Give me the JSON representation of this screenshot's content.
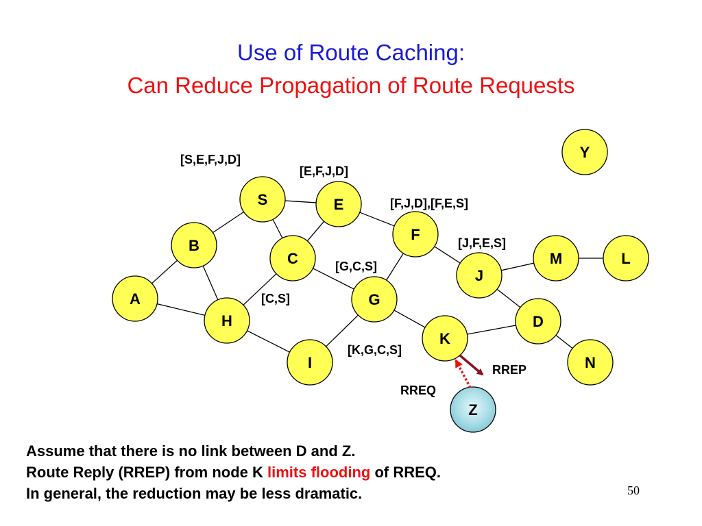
{
  "title": {
    "line1": "Use of Route Caching:",
    "line2": "Can Reduce Propagation of Route Requests"
  },
  "colors": {
    "title_line1": "#1a1ad4",
    "title_line2": "#ee1111",
    "node_fill": "#ffff55",
    "node_highlight_fill": "#a9dde6",
    "edge": "#000000",
    "rrep_arrow": "#8b1020",
    "rreq_arrow": "#ee1111",
    "highlight_text": "#ee1111"
  },
  "nodes": [
    {
      "id": "S",
      "label": "S"
    },
    {
      "id": "E",
      "label": "E"
    },
    {
      "id": "F",
      "label": "F"
    },
    {
      "id": "B",
      "label": "B"
    },
    {
      "id": "C",
      "label": "C"
    },
    {
      "id": "M",
      "label": "M"
    },
    {
      "id": "L",
      "label": "L"
    },
    {
      "id": "J",
      "label": "J"
    },
    {
      "id": "A",
      "label": "A"
    },
    {
      "id": "G",
      "label": "G"
    },
    {
      "id": "H",
      "label": "H"
    },
    {
      "id": "D",
      "label": "D"
    },
    {
      "id": "K",
      "label": "K"
    },
    {
      "id": "I",
      "label": "I"
    },
    {
      "id": "N",
      "label": "N"
    },
    {
      "id": "Y",
      "label": "Y"
    },
    {
      "id": "Z",
      "label": "Z",
      "highlight": true
    }
  ],
  "edges": [
    [
      "S",
      "E"
    ],
    [
      "S",
      "B"
    ],
    [
      "S",
      "C"
    ],
    [
      "E",
      "C"
    ],
    [
      "E",
      "F"
    ],
    [
      "F",
      "J"
    ],
    [
      "F",
      "G"
    ],
    [
      "B",
      "A"
    ],
    [
      "B",
      "H"
    ],
    [
      "A",
      "H"
    ],
    [
      "C",
      "H"
    ],
    [
      "C",
      "G"
    ],
    [
      "H",
      "I"
    ],
    [
      "G",
      "I"
    ],
    [
      "G",
      "K"
    ],
    [
      "J",
      "M"
    ],
    [
      "M",
      "L"
    ],
    [
      "J",
      "D"
    ],
    [
      "K",
      "D"
    ],
    [
      "D",
      "N"
    ]
  ],
  "route_labels": [
    {
      "id": "s",
      "text": "[S,E,F,J,D]"
    },
    {
      "id": "e",
      "text": "[E,F,J,D]"
    },
    {
      "id": "f",
      "text": "[F,J,D],[F,E,S]"
    },
    {
      "id": "j",
      "text": "[J,F,E,S]"
    },
    {
      "id": "g",
      "text": "[G,C,S]"
    },
    {
      "id": "c",
      "text": "[C,S]"
    },
    {
      "id": "k",
      "text": "[K,G,C,S]"
    }
  ],
  "arrows": {
    "rrep_label": "RREP",
    "rreq_label": "RREQ"
  },
  "caption": {
    "line1": "Assume that there is no link between D and Z.",
    "line2_prefix": "Route Reply (RREP) from node K ",
    "line2_highlight": "limits flooding",
    "line2_suffix": " of RREQ.",
    "line3": "In general, the reduction may be less dramatic."
  },
  "page_number": "50"
}
